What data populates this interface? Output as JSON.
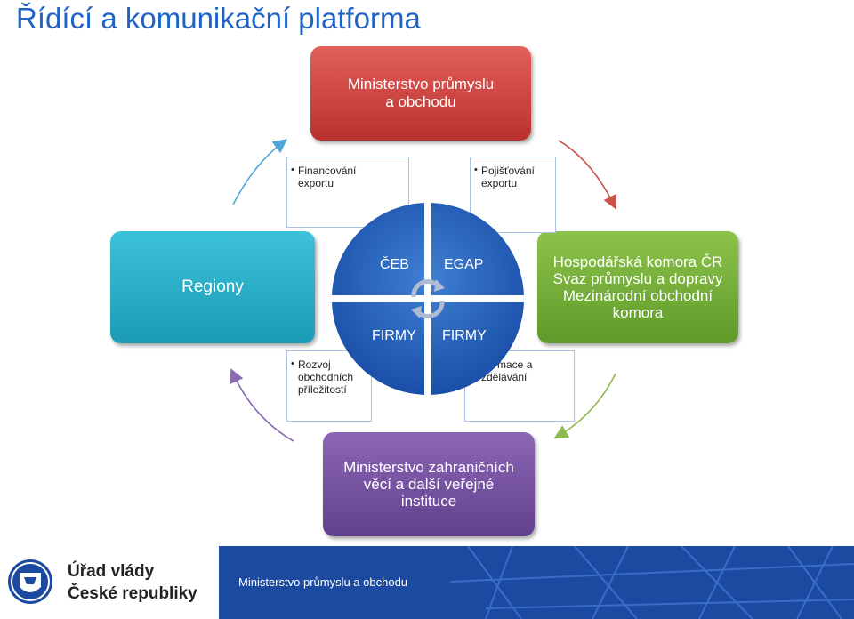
{
  "title": "Řídící a komunikační platforma",
  "top_box": {
    "lines": [
      "Ministerstvo průmyslu",
      "a obchodu"
    ]
  },
  "left_box": {
    "label": "Regiony"
  },
  "right_box": {
    "lines": [
      "Hospodářská komora ČR",
      "Svaz průmyslu a dopravy",
      "Mezinárodní obchodní",
      "komora"
    ]
  },
  "bottom_box": {
    "lines": [
      "Ministerstvo zahraničních",
      "věcí a další veřejné",
      "instituce"
    ]
  },
  "notes": {
    "top_left": {
      "bullet": "•",
      "lines": [
        "Financování",
        "exportu"
      ]
    },
    "top_right": {
      "bullet": "•",
      "lines": [
        "Pojišťování",
        "exportu"
      ]
    },
    "bottom_left": {
      "bullet": "•",
      "lines": [
        "Rozvoj",
        "obchodních",
        "příležitostí"
      ]
    },
    "bottom_right": {
      "bullet": "•",
      "lines": [
        "Informace a",
        "vzdělávání"
      ]
    }
  },
  "circle": {
    "top_left": "ČEB",
    "top_right": "EGAP",
    "bottom_left": "FIRMY",
    "bottom_right": "FIRMY"
  },
  "footer": {
    "org_line1": "Úřad vlády",
    "org_line2": "České republiky",
    "band_text": "Ministerstvo průmyslu a obchodu"
  },
  "colors": {
    "title": "#1f63c6",
    "top_box": "#c63b37",
    "left_box": "#27aac4",
    "right_box": "#72ad37",
    "bottom_box": "#6f4d9c",
    "circle": "#1f5bb8",
    "footer_band": "#1c4aa0"
  }
}
